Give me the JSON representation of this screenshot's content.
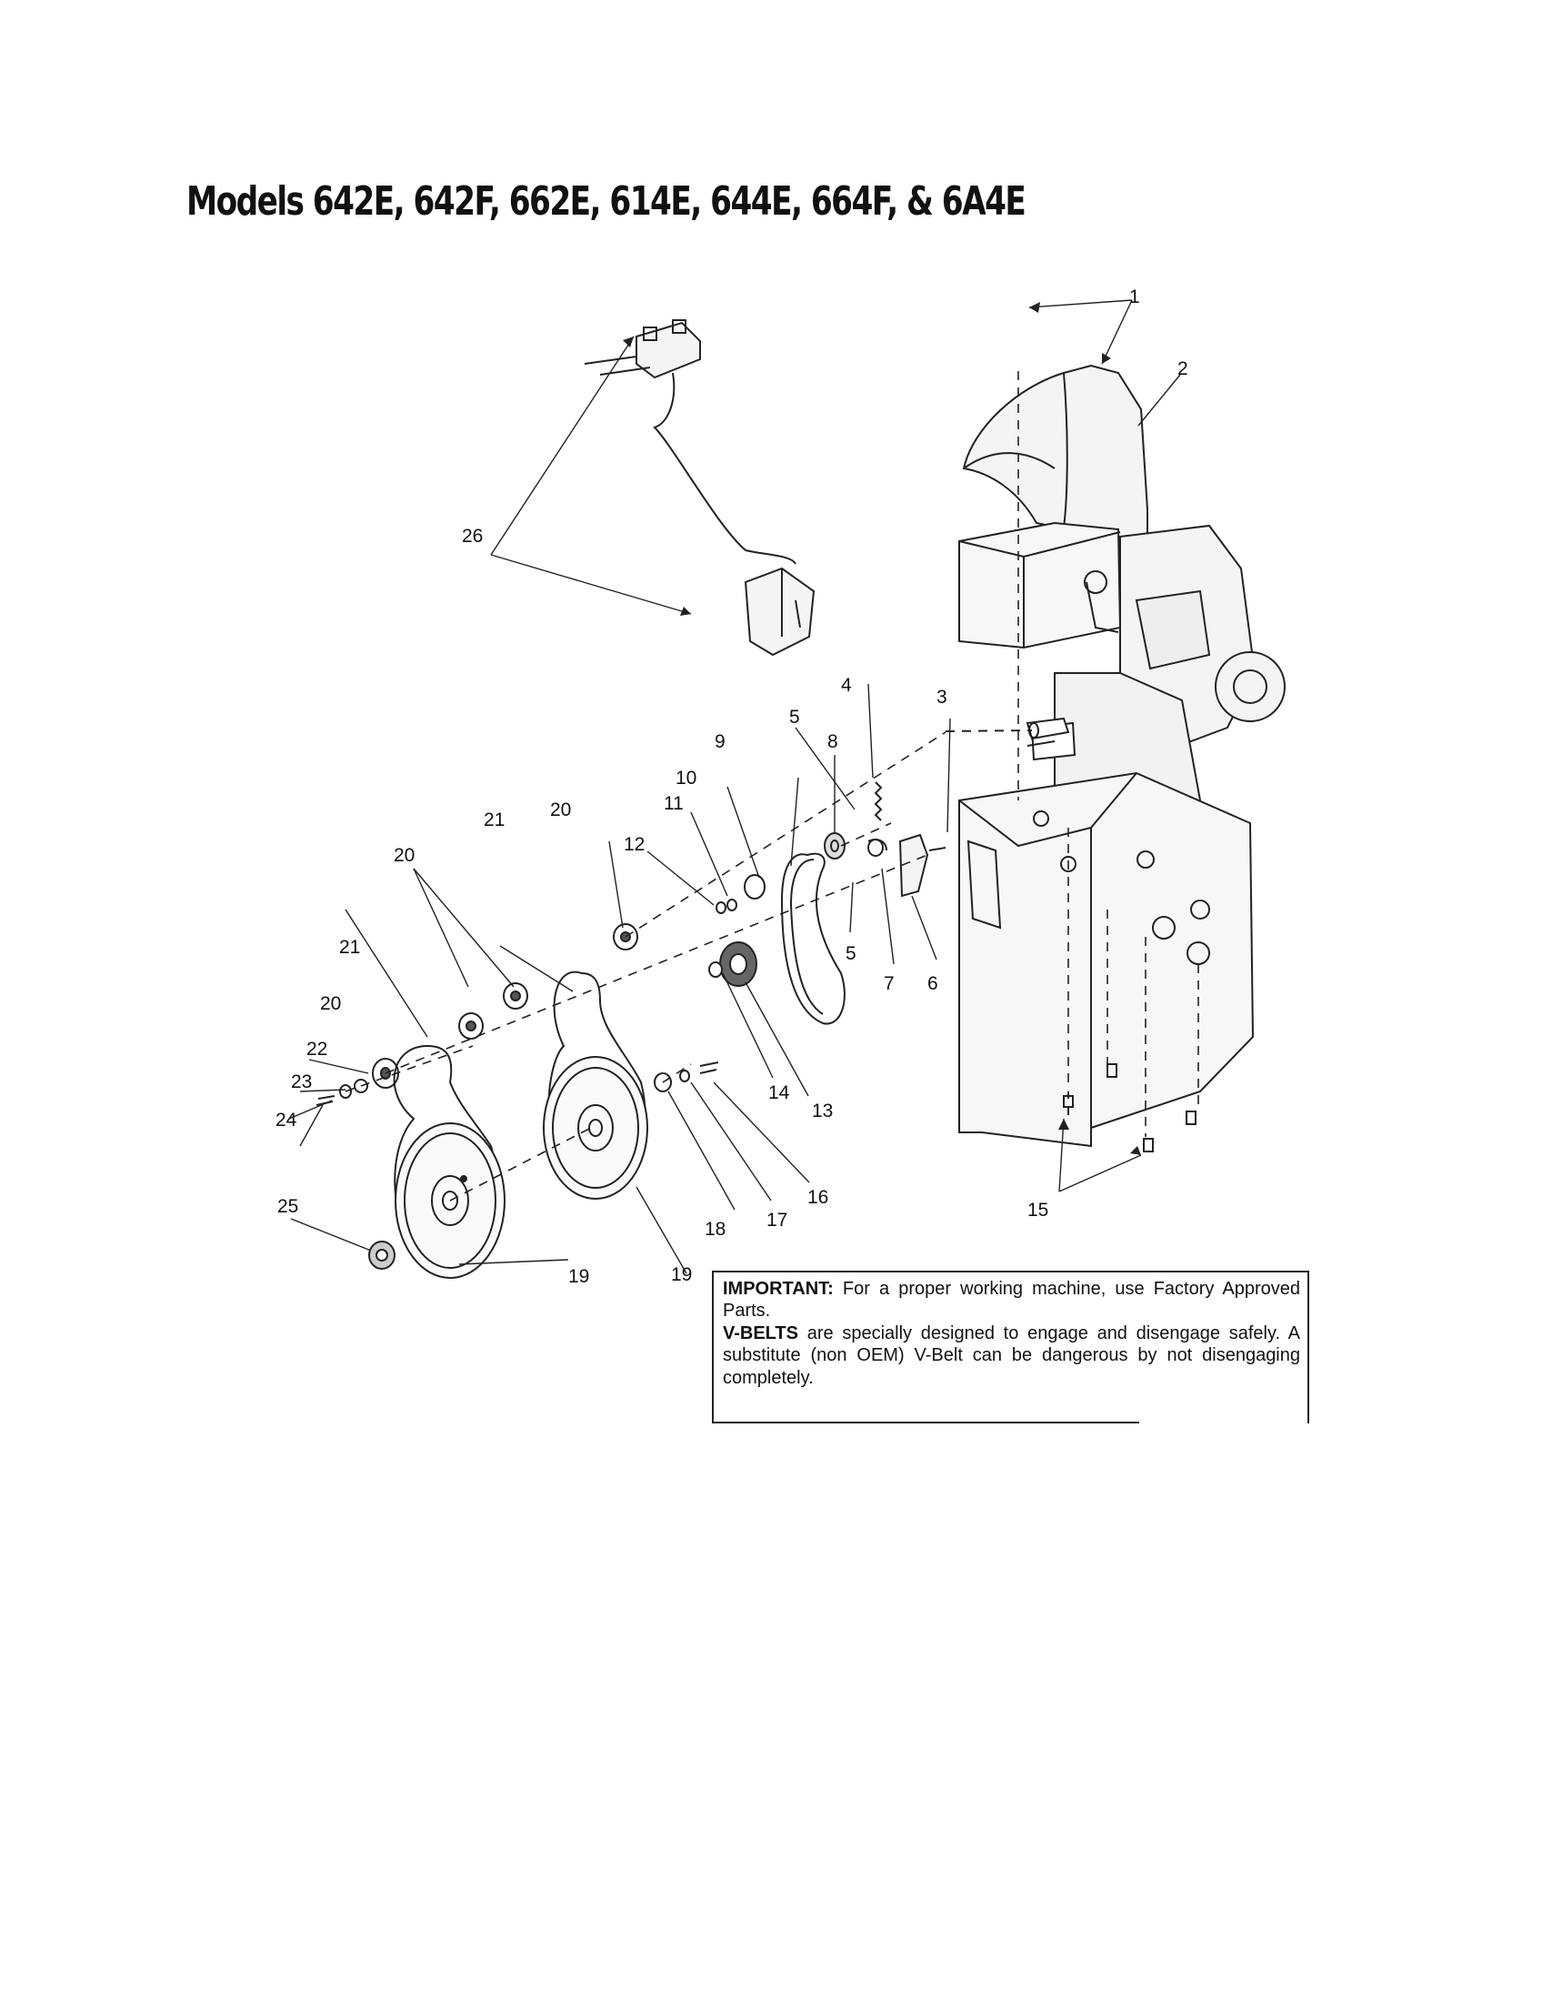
{
  "title": "Models 642E, 642F, 662E, 614E, 644E, 664F, & 6A4E",
  "callouts": [
    "1",
    "2",
    "3",
    "4",
    "5",
    "5",
    "6",
    "7",
    "8",
    "9",
    "10",
    "11",
    "12",
    "13",
    "14",
    "15",
    "16",
    "17",
    "18",
    "19",
    "19",
    "20",
    "20",
    "20",
    "20",
    "21",
    "21",
    "22",
    "23",
    "24",
    "25",
    "26"
  ],
  "notice": {
    "important_label": "IMPORTANT:",
    "important_text": " For a proper working machine, use Factory Approved Parts.",
    "vbelts_label": "V-BELTS",
    "vbelts_text": " are specially designed to engage and disengage safely. A substitute (non OEM) V-Belt can be dangerous by not disengaging completely."
  }
}
